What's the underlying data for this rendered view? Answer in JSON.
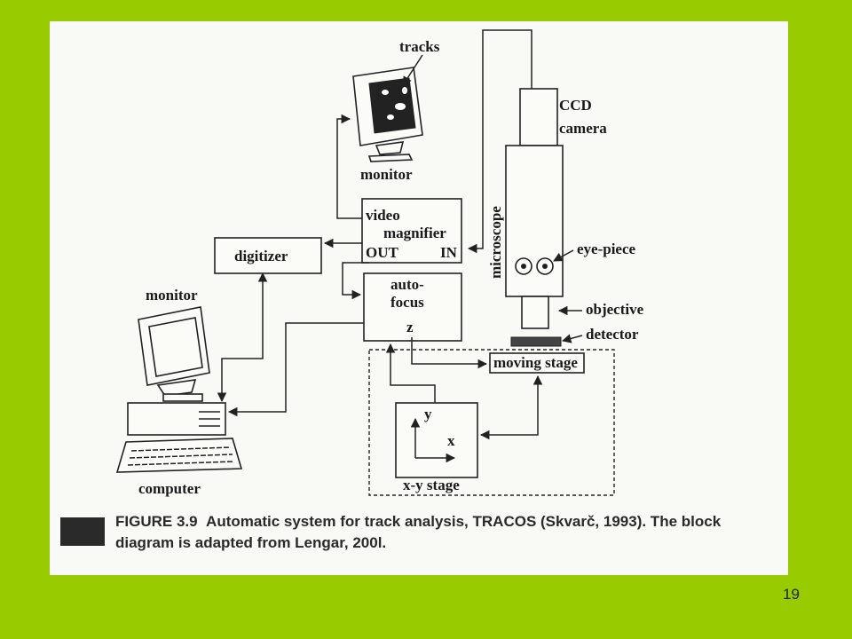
{
  "diagram": {
    "labels": {
      "tracks": "tracks",
      "monitor_top": "monitor",
      "ccd": "CCD",
      "camera": "camera",
      "microscope": "microscope",
      "eye_piece": "eye-piece",
      "objective": "objective",
      "detector": "detector",
      "video": "video",
      "magnifier": "magnifier",
      "out": "OUT",
      "in": "IN",
      "digitizer": "digitizer",
      "auto": "auto-",
      "focus": "focus",
      "z": "z",
      "moving_stage": "moving stage",
      "monitor_left": "monitor",
      "computer": "computer",
      "y": "y",
      "x": "x",
      "xy_stage": "x-y stage"
    }
  },
  "caption": {
    "figure_label": "FIGURE 3.9",
    "line1": "Automatic system for track analysis, TRACOS (Skvarč, 1993).  The block",
    "line2": "diagram is adapted from Lengar, 200l."
  },
  "page_number": "19"
}
